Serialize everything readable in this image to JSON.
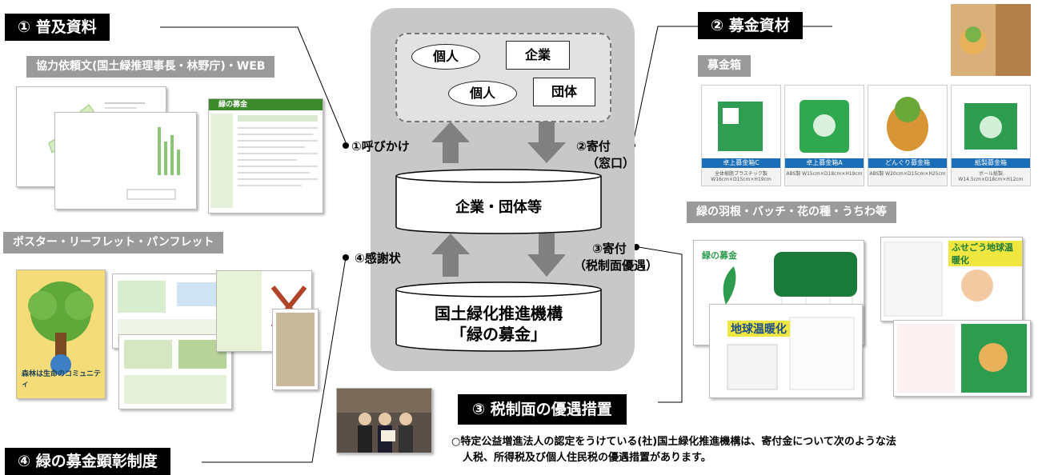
{
  "sections": {
    "s1": "① 普及資料",
    "s2": "② 募金資材",
    "s3": "③ 税制面の優遇措置",
    "s4": "④ 緑の募金顕彰制度"
  },
  "sub_labels": {
    "request_docs": "協力依頼文(国土緑推理事長・林野庁)・WEB",
    "posters": "ポスター・リーフレット・パンフレット",
    "boxes": "募金箱",
    "goods": "緑の羽根・バッチ・花の種・うちわ等"
  },
  "center": {
    "donors": [
      {
        "label": "個人",
        "shape": "ellipse"
      },
      {
        "label": "企業",
        "shape": "rect"
      },
      {
        "label": "個人",
        "shape": "ellipse"
      },
      {
        "label": "団体",
        "shape": "rect"
      }
    ],
    "cyl1": "企業・団体等",
    "cyl2_line1": "国土緑化推進機構",
    "cyl2_line2": "「緑の募金」"
  },
  "flows": {
    "call": "①呼びかけ",
    "donate1_line1": "②寄付",
    "donate1_line2": "（窓口）",
    "thanks": "④感謝状",
    "donate2_line1": "③寄付",
    "donate2_line2": "（税制面優遇）"
  },
  "boxes": [
    {
      "name": "卓上募金箱C",
      "spec": "全体樹脂プラスチック製 W16cm×D15cm×H19cm",
      "color": "#2f9e52"
    },
    {
      "name": "卓上募金箱A",
      "spec": "ABS製 W15cm×D18cm×H19cm",
      "color": "#2fa84f"
    },
    {
      "name": "どんぐり募金箱",
      "spec": "ABS製 W20cm×D15cm×H25cm",
      "color": "#d89535"
    },
    {
      "name": "紙製募金箱",
      "spec": "ボール紙製 W14.5cm×D18cm×H12cm",
      "color": "#2e9c4e"
    }
  ],
  "doc_texts": {
    "web_title": "緑の募金",
    "poster_caption": "森林は生命のコミュニティ",
    "feather_title": "緑の募金",
    "campaign1": "ふせごう地球温暖化",
    "campaign2": "地球温暖化"
  },
  "note": {
    "line1": "○特定公益増進法人の認定をうけている(社)国土緑化推進機構は、寄付金について次のような法",
    "line2": "人税、所得税及び個人住民税の優遇措置があります。"
  },
  "colors": {
    "label_black": "#000000",
    "label_gray": "#9a9a9a",
    "panel": "#c8c8c8",
    "arrow": "#808080",
    "green": "#2e9c4e"
  }
}
